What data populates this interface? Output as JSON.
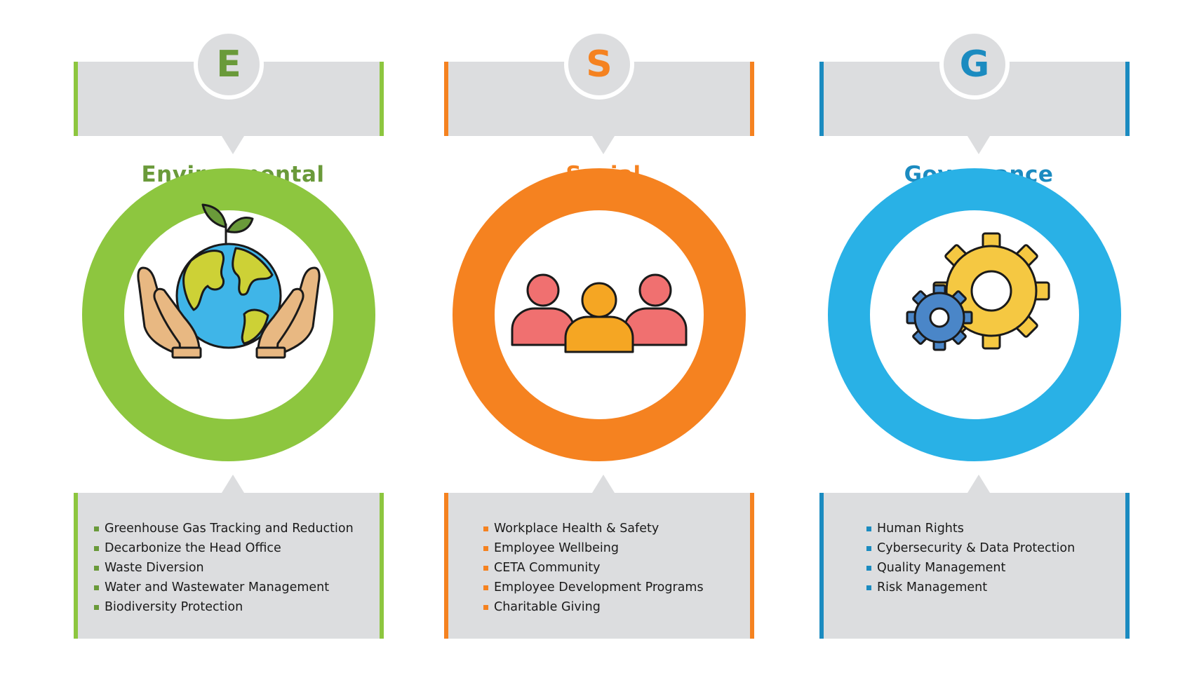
{
  "colors": {
    "environmental": "#8dc63f",
    "social": "#f58220",
    "governance_ring": "#29b1e6",
    "governance_accent": "#1b8bc0",
    "panel": "#dcdddf"
  },
  "pillars": [
    {
      "letter": "E",
      "title": "Environmental",
      "icon": "hands-holding-earth-icon",
      "items": [
        "Greenhouse Gas Tracking and Reduction",
        "Decarbonize the Head Office",
        "Waste Diversion",
        "Water and Wastewater Management",
        "Biodiversity Protection"
      ]
    },
    {
      "letter": "S",
      "title": "Social",
      "icon": "people-group-icon",
      "items": [
        "Workplace Health & Safety",
        "Employee Wellbeing",
        "CETA Community",
        "Employee Development Programs",
        "Charitable Giving"
      ]
    },
    {
      "letter": "G",
      "title": "Governance",
      "icon": "gears-icon",
      "items": [
        "Human Rights",
        "Cybersecurity & Data Protection",
        "Quality Management",
        "Risk Management"
      ]
    }
  ]
}
